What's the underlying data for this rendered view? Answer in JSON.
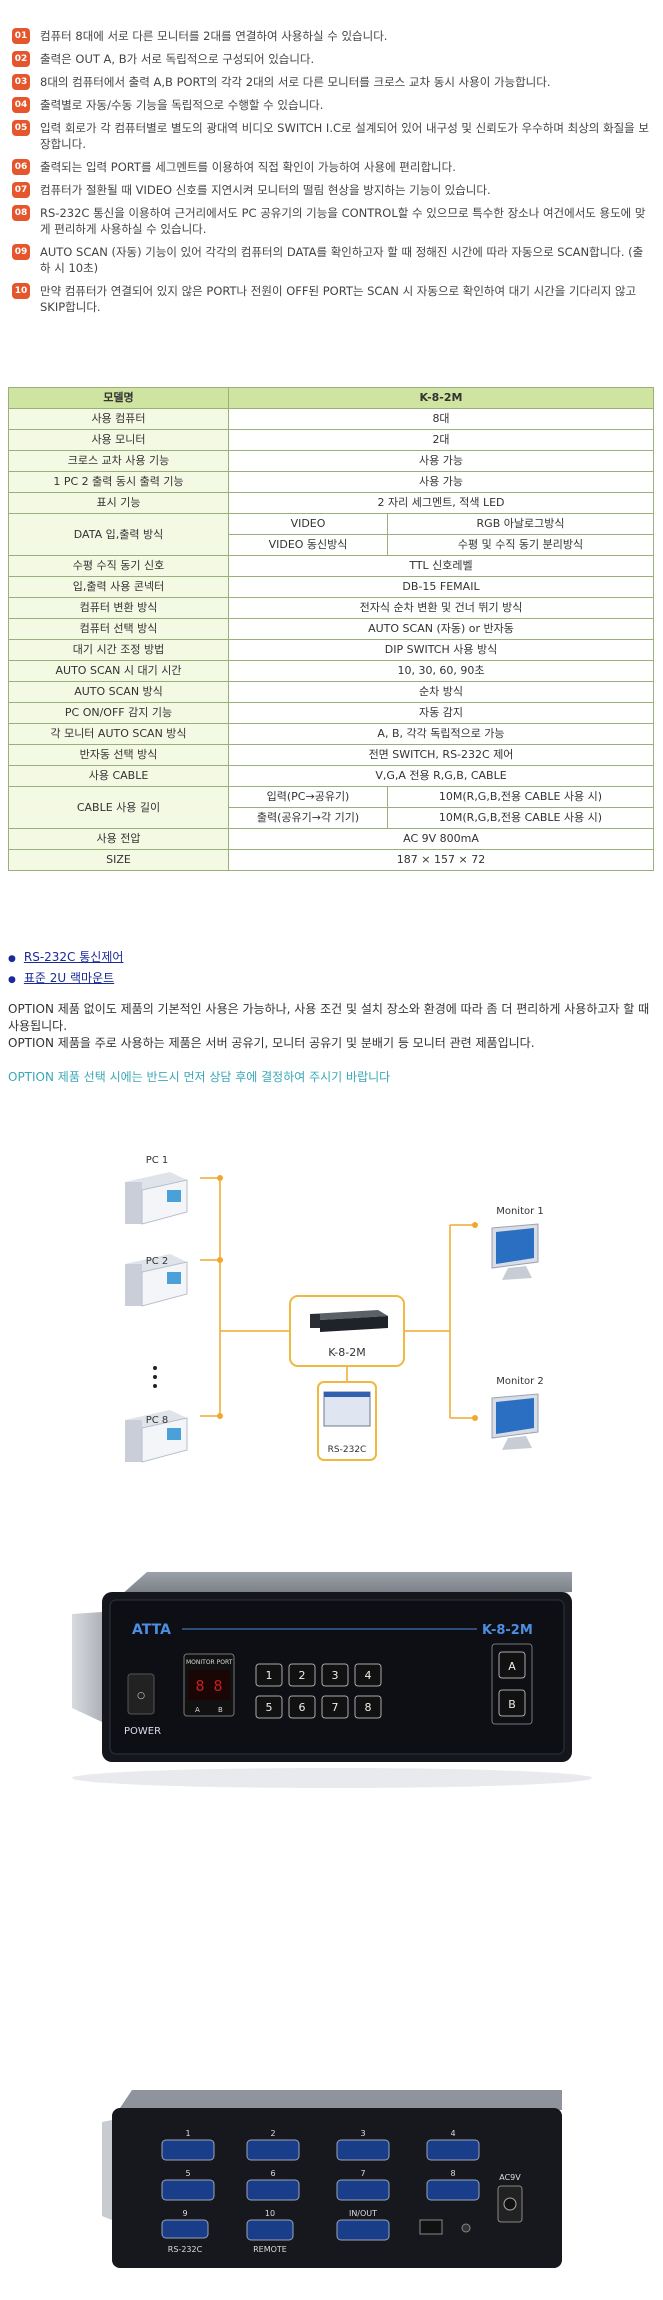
{
  "features": [
    {
      "num": "01",
      "text": "컴퓨터 8대에 서로 다른 모니터를 2대를 연결하여 사용하실 수 있습니다."
    },
    {
      "num": "02",
      "text": "출력은 OUT A, B가 서로 독립적으로 구성되어 있습니다."
    },
    {
      "num": "03",
      "text": "8대의 컴퓨터에서 출력 A,B PORT의 각각 2대의 서로 다른 모니터를 크로스 교차 동시 사용이 가능합니다."
    },
    {
      "num": "04",
      "text": "출력별로 자동/수동 기능을 독립적으로 수행할 수 있습니다."
    },
    {
      "num": "05",
      "text": "입력 회로가 각 컴퓨터별로 별도의 광대역 비디오 SWITCH I.C로 설계되어 있어 내구성 및 신뢰도가 우수하며 최상의 화질을 보장합니다."
    },
    {
      "num": "06",
      "text": "출력되는 입력 PORT를 세그멘트를 이용하여 직접 확인이 가능하여 사용에 편리합니다."
    },
    {
      "num": "07",
      "text": "컴퓨터가 절환될 때 VIDEO 신호를 지연시켜 모니터의 떨림 현상을 방지하는 기능이 있습니다."
    },
    {
      "num": "08",
      "text": "RS-232C 통신을 이용하여 근거리에서도 PC 공유기의 기능을 CONTROL할 수 있으므로 특수한 장소나 여건에서도 용도에 맞게 편리하게 사용하실 수 있습니다."
    },
    {
      "num": "09",
      "text": "AUTO SCAN (자동) 기능이 있어 각각의 컴퓨터의 DATA를 확인하고자 할 때 정해진 시간에 따라 자동으로 SCAN합니다. (출하 시 10초)"
    },
    {
      "num": "10",
      "text": "만약 컴퓨터가 연결되어 있지 않은 PORT나 전원이 OFF된 PORT는 SCAN 시 자동으로 확인하여 대기 시간을 기다리지 않고 SKIP합니다."
    }
  ],
  "spec": {
    "header": {
      "label": "모델명",
      "value": "K-8-2M"
    },
    "rows1": [
      {
        "label": "사용 컴퓨터",
        "value": "8대"
      },
      {
        "label": "사용 모니터",
        "value": "2대"
      },
      {
        "label": "크로스 교차 사용 기능",
        "value": "사용 가능"
      },
      {
        "label": "1 PC 2 출력 동시 출력 기능",
        "value": "사용 가능"
      },
      {
        "label": "표시 기능",
        "value": "2 자리 세그멘트, 적색 LED"
      }
    ],
    "data_io": {
      "label": "DATA 입,출력 방식",
      "r1c1": "VIDEO",
      "r1c2": "RGB 아날로그방식",
      "r2c1": "VIDEO 동신방식",
      "r2c2": "수평 및 수직 동기 분리방식"
    },
    "rows2": [
      {
        "label": "수평 수직 동기 신호",
        "value": "TTL 신호레벨"
      },
      {
        "label": "입,출력 사용 콘넥터",
        "value": "DB-15 FEMAIL"
      },
      {
        "label": "컴퓨터 변환 방식",
        "value": "전자식 순차 변환 및 건너 뛰기 방식"
      },
      {
        "label": "컴퓨터 선택 방식",
        "value": "AUTO SCAN (자동) or 반자동"
      },
      {
        "label": "대기 시간 조정 방법",
        "value": "DIP SWITCH 사용 방식"
      },
      {
        "label": "AUTO SCAN 시 대기 시간",
        "value": "10, 30, 60, 90초"
      },
      {
        "label": "AUTO SCAN 방식",
        "value": "순차 방식"
      },
      {
        "label": "PC ON/OFF 감지 기능",
        "value": "자동 감지"
      },
      {
        "label": "각 모니터 AUTO SCAN 방식",
        "value": "A, B, 각각 독립적으로 가능"
      },
      {
        "label": "반자동 선택 방식",
        "value": "전면 SWITCH, RS-232C 제어"
      },
      {
        "label": "사용 CABLE",
        "value": "V,G,A 전용 R,G,B, CABLE"
      }
    ],
    "cable": {
      "label": "CABLE 사용 길이",
      "r1c1": "입력(PC→공유기)",
      "r1c2": "10M(R,G,B,전용 CABLE 사용 시)",
      "r2c1": "출력(공유기→각 기기)",
      "r2c2": "10M(R,G,B,전용 CABLE 사용 시)"
    },
    "rows3": [
      {
        "label": "사용 전압",
        "value": "AC 9V 800mA"
      },
      {
        "label": "SIZE",
        "value": "187 × 157 × 72"
      }
    ]
  },
  "options": {
    "links": [
      "RS-232C 통신제어",
      "표준 2U 랙마운트"
    ],
    "p1": "OPTION 제품 없이도 제품의 기본적인 사용은 가능하나, 사용 조건 및 설치 장소와 환경에 따라 좀 더 편리하게 사용하고자 할 때 사용됩니다.",
    "p2": "OPTION 제품을 주로 사용하는 제품은 서버 공유기, 모니터 공유기 및 분배기 등 모니터 관련 제품입니다.",
    "note": "OPTION 제품 선택 시에는 반드시 먼저 상담 후에 결정하여 주시기 바랍니다"
  },
  "diagram": {
    "pc1": "PC 1",
    "pc2": "PC 2",
    "pc8": "PC 8",
    "device": "K-8-2M",
    "rs232": "RS-232C",
    "mon1": "Monitor 1",
    "mon2": "Monitor 2",
    "colors": {
      "line": "#f0a830",
      "box": "#f0b840"
    }
  },
  "photo_front": {
    "brand": "ATTA",
    "model": "K-8-2M",
    "monitor_port": "MONITOR PORT",
    "led": "8 8",
    "port_a": "A",
    "port_b": "B",
    "power": "POWER",
    "keys": [
      "1",
      "2",
      "3",
      "4",
      "5",
      "6",
      "7",
      "8"
    ],
    "out_a": "A",
    "out_b": "B"
  },
  "photo_back": {
    "ports": [
      "1",
      "2",
      "3",
      "4",
      "5",
      "6",
      "7",
      "8",
      "9",
      "10"
    ],
    "rs232": "RS-232C",
    "remote": "REMOTE",
    "inout": "IN/OUT",
    "ac": "AC9V"
  }
}
